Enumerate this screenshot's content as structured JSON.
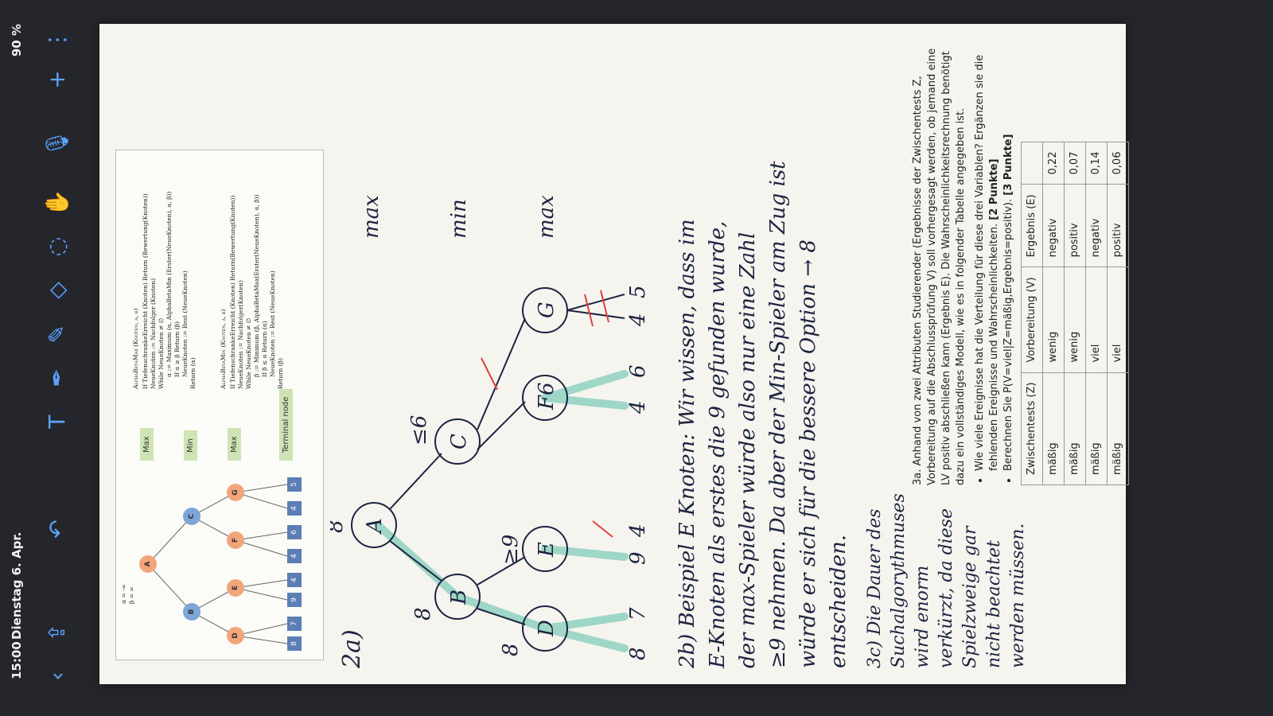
{
  "status": {
    "time": "15:00",
    "date": "Dienstag 6. Apr.",
    "battery": "90 %"
  },
  "toolbar_icons": [
    "chevron-left-icon",
    "share-icon",
    "undo-icon",
    "text-tool-icon",
    "pen-icon",
    "pencil-icon",
    "eraser-icon",
    "lasso-icon",
    "hand-icon",
    "microphone-icon",
    "plus-icon",
    "more-icon"
  ],
  "figure": {
    "alpha_beta": [
      "α = -∞",
      "β = ∞"
    ],
    "nodes": [
      "A",
      "B",
      "C",
      "D",
      "E",
      "F",
      "G"
    ],
    "leaves": [
      "8",
      "7",
      "9",
      "4",
      "4",
      "6",
      "4",
      "5"
    ],
    "levels": [
      "Max",
      "Min",
      "Max",
      "Terminal node"
    ],
    "max_title": "AlphaBetaMax (Knoten, α, β)",
    "max_lines": [
      "If TiefenschrankeErreicht (Knoten) Return (Bewertung(Knoten))",
      "NeueKnoten := Nachfolger (Knoten)",
      "While NeueKnoten ≠ ∅",
      "α := Maximum (α, AlphaBetaMin (Erster(NeueKnoten), α, β))",
      "If α ≥ β Return (β)",
      "NeueKnoten := Rest (NeueKnoten)",
      "Return (α)"
    ],
    "min_title": "AlphaBetaMin (Knoten, α, β)",
    "min_lines": [
      "If TiefenschrankeErreicht (Knoten) Return(Bewertung(Knoten))",
      "NeueKnoten := Nachfolger(Knoten)",
      "While NeueKnoten ≠ ∅",
      "β := Minimum (β, AlphaBetaMax(Erster(NeueKnoten), α, β))",
      "If β ≤ α Return (α)",
      "NeueKnoten := Rest (NeueKnoten)",
      "Return (β)"
    ]
  },
  "handwriting": {
    "label_2a": "2a)",
    "tree_values": {
      "A": "8",
      "B": "8",
      "D": "8",
      "E": "≥9",
      "C": "≤6",
      "leaves": [
        "8",
        "7",
        "9",
        "4",
        "4",
        "6",
        "4",
        "5"
      ]
    },
    "tree_levels": [
      "max",
      "min",
      "max"
    ],
    "tree_nodes": [
      "A",
      "B",
      "C",
      "D",
      "E",
      "F6",
      "G"
    ],
    "answer_2b": [
      "2b) Beispiel E Knoten: Wir wissen, dass im",
      "E-Knoten als erstes die 9 gefunden wurde,",
      "der max-Spieler würde also nur eine Zahl",
      "≥9 nehmen. Da aber der Min-Spieler am Zug ist",
      "würde er sich für die bessere Option → 8",
      "entscheiden."
    ],
    "answer_3c": [
      "3c) Die Dauer des Suchalgorythmuses",
      "wird enorm verkürzt, da diese Spielzweige gar nicht beachtet",
      "werden müssen."
    ]
  },
  "task": {
    "intro": "3a. Anhand von zwei Attributen Studierender (Ergebnisse der Zwischentests Z, Vorbereitung auf die Abschlussprüfung V) soll vorhergesagt werden, ob jemand eine LV positiv abschließen kann (Ergebnis E). Die Wahrscheinlichkeitsrechnung benötigt dazu ein vollständiges Modell, wie es in folgender Tabelle angegeben ist.",
    "bullets": [
      "Wie viele Ereignisse hat die Verteilung für diese drei Variablen? Ergänzen sie die fehlenden Ereignisse und Wahrscheinlichkeiten.",
      "Berechnen Sie P(V=viel|Z=mäßig,Ergebnis=positiv)."
    ],
    "points": [
      "[2 Punkte]",
      "[3 Punkte]"
    ],
    "table": {
      "headers": [
        "Zwischentests (Z)",
        "Vorbereitung (V)",
        "Ergebnis (E)",
        ""
      ],
      "rows": [
        [
          "mäßig",
          "wenig",
          "negativ",
          "0,22"
        ],
        [
          "mäßig",
          "wenig",
          "positiv",
          "0,07"
        ],
        [
          "mäßig",
          "viel",
          "negativ",
          "0,14"
        ],
        [
          "mäßig",
          "viel",
          "positiv",
          "0,06"
        ]
      ]
    }
  },
  "colors": {
    "accent": "#5aa3ff",
    "highlight": "#8fd3c1",
    "ink": "#1d2440",
    "red": "#e0413a"
  }
}
